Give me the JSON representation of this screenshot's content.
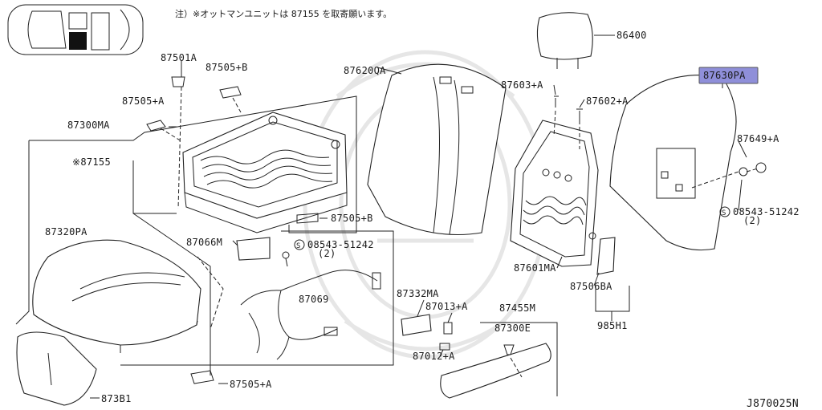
{
  "note": "注）※オットマンユニットは 87155 を取寄願います。",
  "diagram_code": "J870025N",
  "highlight_color": "#8f8fd9",
  "labels": {
    "p86400": "86400",
    "p87501A": "87501A",
    "p87505B_top": "87505+B",
    "p87505A_top": "87505+A",
    "p87620QA": "87620QA",
    "p87603A": "87603+A",
    "p87602A": "87602+A",
    "p87630PA": "87630PA",
    "p87300MA": "87300MA",
    "p87155": "※87155",
    "p87649A": "87649+A",
    "p87505B_mid": "87505+B",
    "p87320PA": "87320PA",
    "p87066M": "87066M",
    "s08543_left": "08543-51242",
    "s08543_left_qty": "(2)",
    "s08543_right": "08543-51242",
    "s08543_right_qty": "(2)",
    "p87601MA": "87601MA",
    "p87069": "87069",
    "p87332MA": "87332MA",
    "p87013A": "87013+A",
    "p87455M": "87455M",
    "p87506BA": "87506BA",
    "p87300E": "87300E",
    "p87012A": "87012+A",
    "p985H1": "985H1",
    "p87505A_bottom": "87505+A",
    "p873B1": "873B1"
  }
}
